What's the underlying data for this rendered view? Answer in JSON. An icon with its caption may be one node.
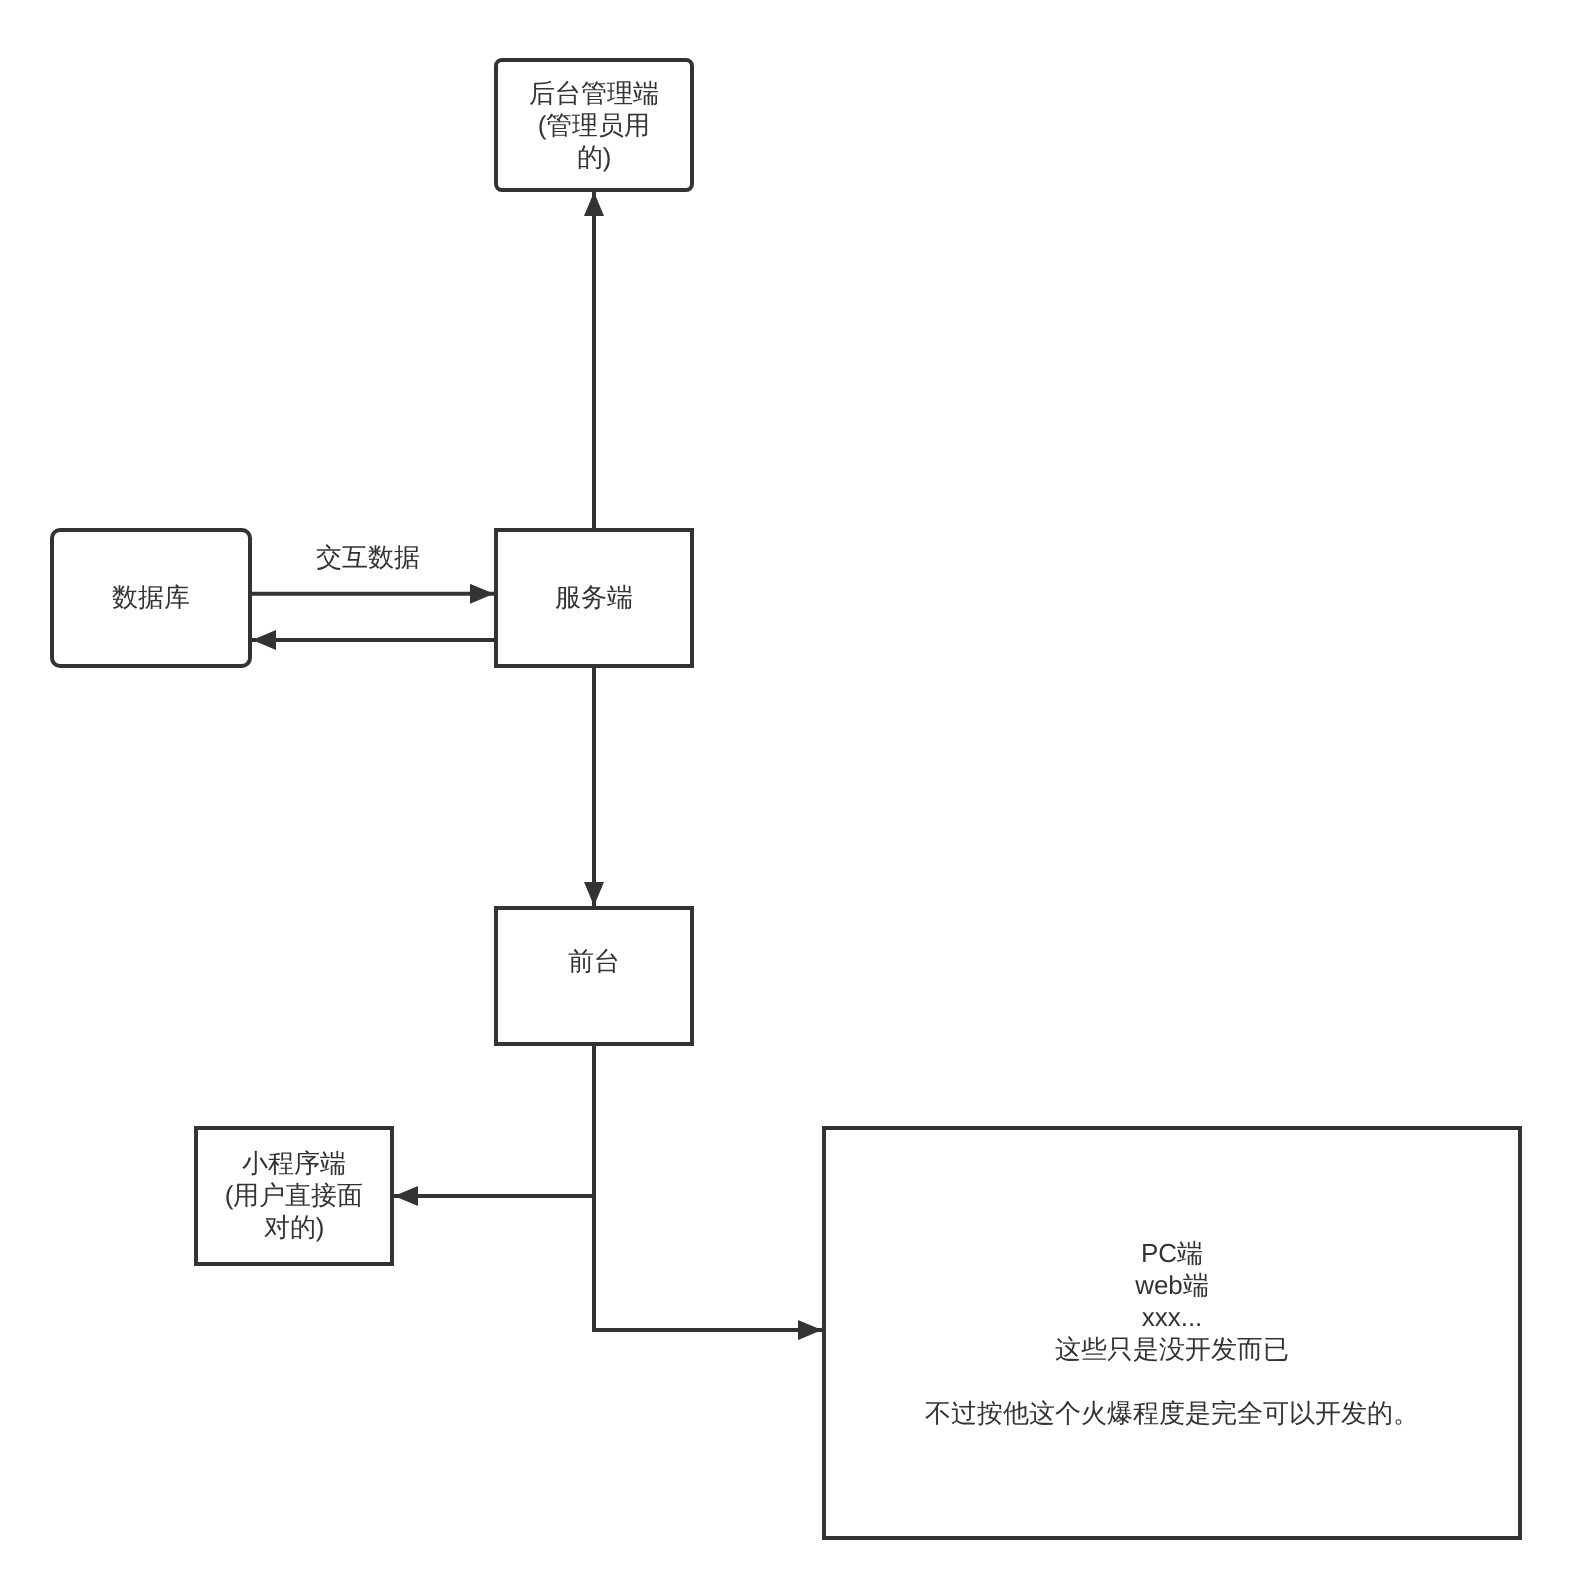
{
  "diagram": {
    "nodes": [
      {
        "text": [
          "后台管理端 (管理员用的)"
        ]
      },
      {
        "text": [
          "数据库"
        ]
      },
      {
        "text": [
          "服务端"
        ]
      },
      {
        "text": [
          "前台"
        ]
      },
      {
        "text": [
          "小程序端 (用户直接面对的)"
        ]
      },
      {
        "text": [
          "PC端",
          "web端",
          "xxx...",
          "这些只是没开发而已",
          "不过按他这个火爆程度是完全可以开发的。"
        ]
      }
    ],
    "edges": [
      {
        "from": 2,
        "to": 0,
        "arrow": "to"
      },
      {
        "from": 1,
        "to": 2,
        "arrow": "to",
        "label": "交互数据"
      },
      {
        "from": 2,
        "to": 1,
        "arrow": "to"
      },
      {
        "from": 2,
        "to": 3,
        "arrow": "to"
      },
      {
        "from": 3,
        "to": 4,
        "arrow": "to"
      },
      {
        "from": 3,
        "to": 5,
        "arrow": "to"
      }
    ]
  }
}
